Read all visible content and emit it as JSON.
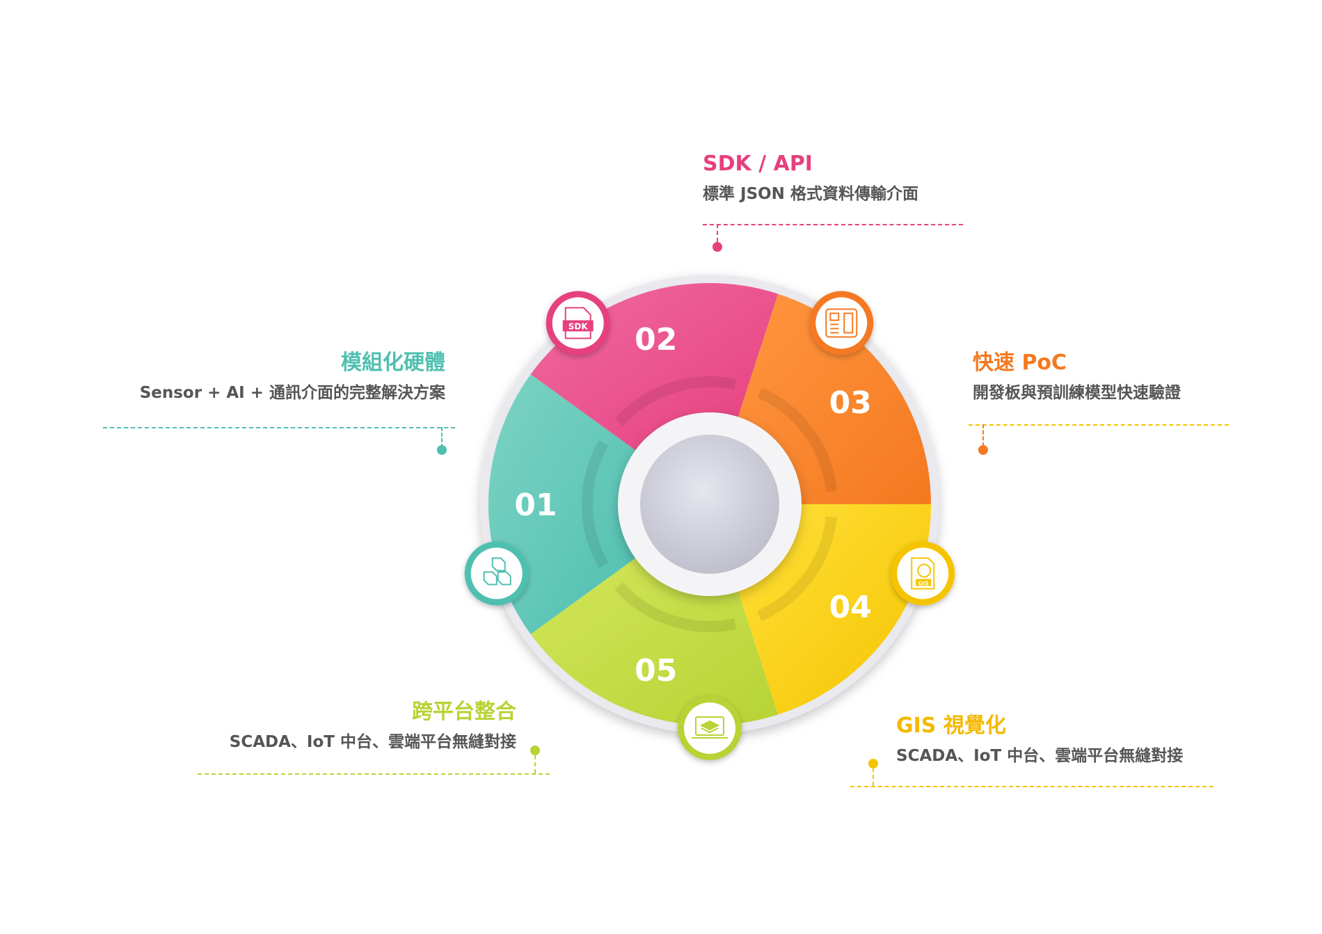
{
  "items": [
    {
      "num": "01",
      "title": "模組化硬體",
      "desc": "Sensor + AI + 通訊介面的完整解決方案",
      "color": "#4fbfb0",
      "light": "#7dd3c4",
      "icon": "cubes-icon"
    },
    {
      "num": "02",
      "title": "SDK / API",
      "desc": "標準 JSON 格式資料傳輸介面",
      "color": "#e6407e",
      "light": "#f06aa0",
      "icon": "sdk-file-icon",
      "icon_text": "SDK"
    },
    {
      "num": "03",
      "title": "快速 PoC",
      "desc": "開發板與預訓練模型快速驗證",
      "color": "#f47920",
      "light": "#ff9640",
      "icon": "dev-board-icon"
    },
    {
      "num": "04",
      "title": "GIS 視覺化",
      "desc": "SCADA、IoT 中台、雲端平台無縫對接",
      "color": "#f5c400",
      "light": "#ffe03a",
      "icon": "gis-file-icon",
      "icon_text": "GIS"
    },
    {
      "num": "05",
      "title": "跨平台整合",
      "desc": "SCADA、IoT 中台、雲端平台無縫對接",
      "color": "#b7d334",
      "light": "#d3e65a",
      "icon": "laptop-layers-icon"
    }
  ]
}
